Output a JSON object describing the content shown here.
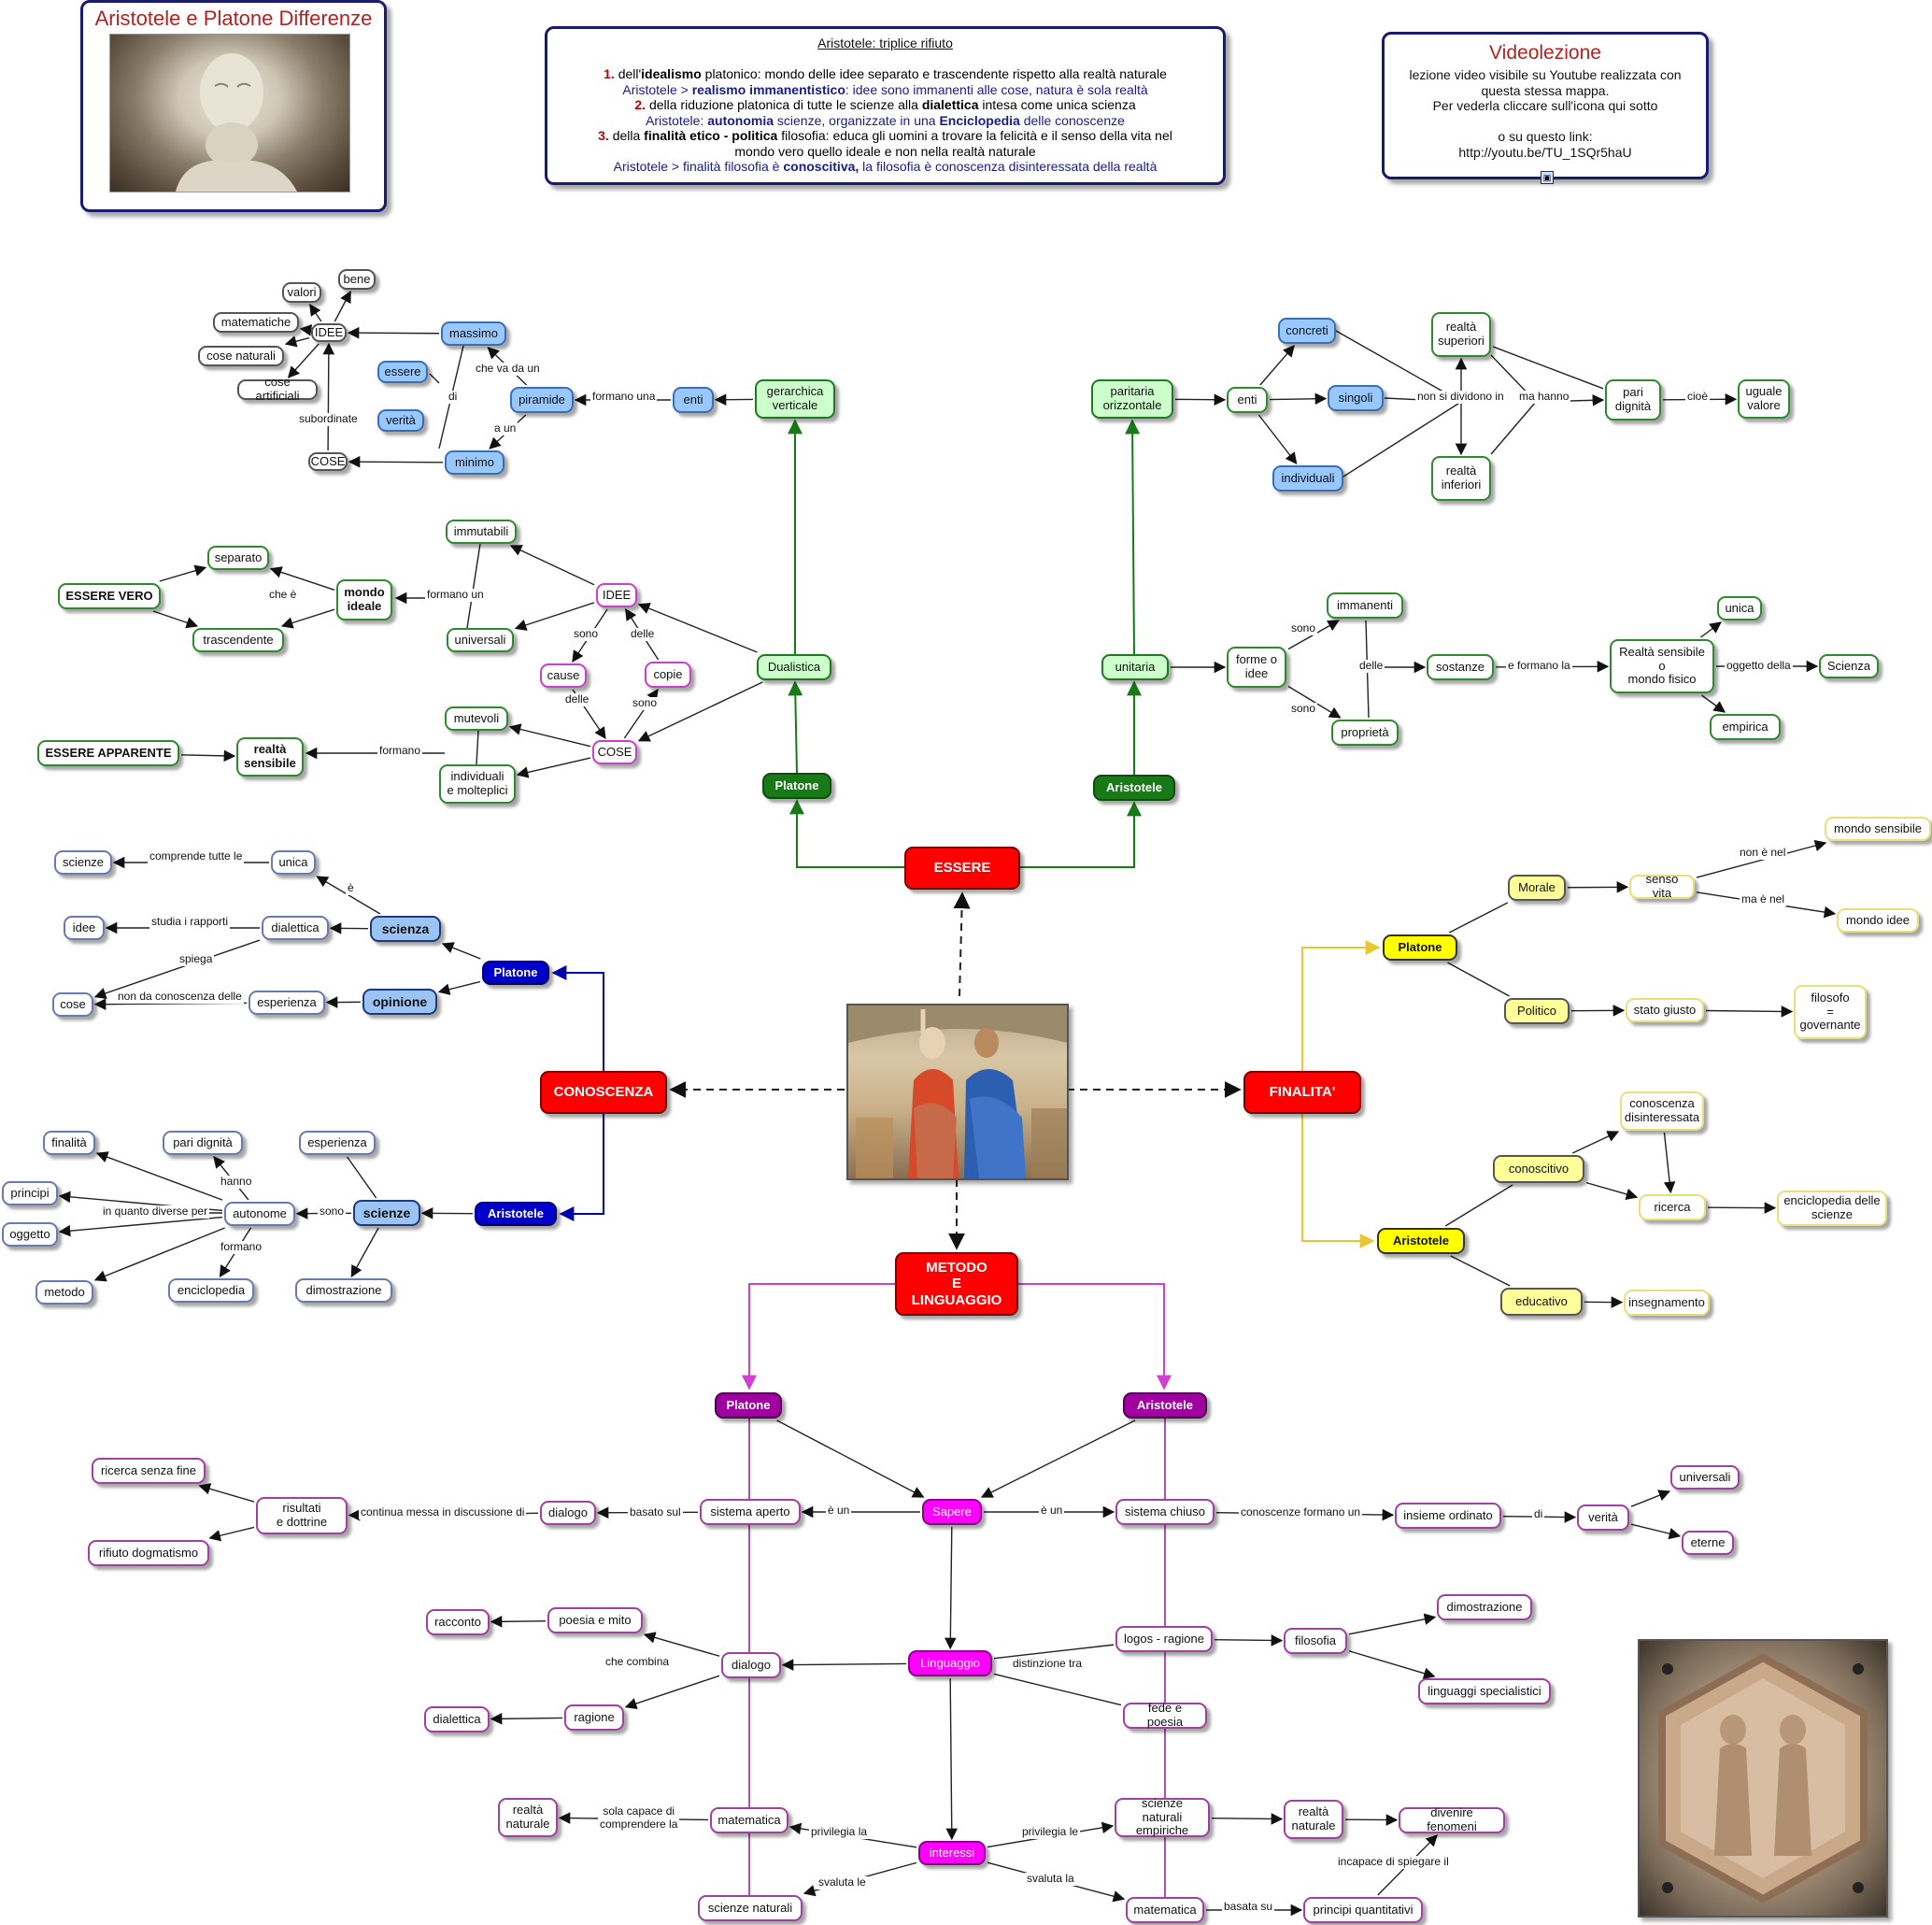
{
  "header": {
    "title": "Aristotele e Platone Differenze",
    "rejection_title": "Aristotele: triplice rifiuto",
    "rejection_lines": [
      [
        "1.",
        " dell'",
        "idealismo",
        " platonico: mondo delle idee separato e trascendente rispetto alla realtà naturale"
      ],
      [
        "",
        "Aristotele > ",
        "realismo immanentistico",
        ": idee sono immanenti alle cose, natura è sola realtà"
      ],
      [
        "2.",
        " della riduzione platonica di tutte le scienze alla ",
        "dialettica",
        " intesa come unica scienza"
      ],
      [
        "",
        "Aristotele: ",
        "autonomia",
        " scienze, organizzate in una ",
        "Enciclopedia",
        " delle conoscenze"
      ],
      [
        "3.",
        " della ",
        "finalità etico - politica",
        " filosofia: educa gli uomini a trovare la felicità e il senso della vita nel"
      ],
      [
        "",
        "mondo vero quello ideale e non nella realtà naturale"
      ],
      [
        "",
        "Aristotele > finalità filosofia è ",
        "conoscitiva,",
        " la filosofia è conoscenza disinteressata della realtà"
      ]
    ],
    "video_title": "Videolezione",
    "video_text": "lezione video visibile su Youtube realizzata con\nquesta stessa mappa.\nPer vederla cliccare sull'icona qui sotto\n\no su questo link:\nhttp://youtu.be/TU_1SQr5haU",
    "video_icon": "video-link-icon"
  },
  "colors": {
    "red": "#ff0000",
    "green": "#177a17",
    "blue": "#0000cc",
    "yellow": "#ffff00",
    "magenta": "#a000a0",
    "pink": "#ff00ff",
    "panel_border": "#1a1a6e",
    "title_red": "#b22222"
  },
  "nodes": [
    {
      "id": "essere",
      "t": "ESSERE",
      "c": "red"
    },
    {
      "id": "conoscenza",
      "t": "CONOSCENZA",
      "c": "red"
    },
    {
      "id": "finalita",
      "t": "FINALITA'",
      "c": "red"
    },
    {
      "id": "metodo",
      "t": "METODO\nE\nLINGUAGGIO",
      "c": "red"
    },
    {
      "id": "es_platone",
      "t": "Platone",
      "c": "gdark"
    },
    {
      "id": "es_aristotele",
      "t": "Aristotele",
      "c": "gdark"
    },
    {
      "id": "dualistica",
      "t": "Dualistica",
      "c": "gmid"
    },
    {
      "id": "gerarchica",
      "t": "gerarchica\nverticale",
      "c": "gmid"
    },
    {
      "id": "unitaria",
      "t": "unitaria",
      "c": "gmid"
    },
    {
      "id": "paritaria",
      "t": "paritaria\norizzontale",
      "c": "gmid"
    },
    {
      "id": "enti_p",
      "t": "enti",
      "c": "bl"
    },
    {
      "id": "piramide",
      "t": "piramide",
      "c": "bl"
    },
    {
      "id": "massimo",
      "t": "massimo",
      "c": "bl"
    },
    {
      "id": "minimo",
      "t": "minimo",
      "c": "bl"
    },
    {
      "id": "essere_b",
      "t": "essere",
      "c": "bl"
    },
    {
      "id": "verita_b",
      "t": "verità",
      "c": "bl"
    },
    {
      "id": "idee_top",
      "t": "IDEE",
      "c": "blw"
    },
    {
      "id": "cose_top",
      "t": "COSE",
      "c": "blw"
    },
    {
      "id": "bene",
      "t": "bene",
      "c": "blw"
    },
    {
      "id": "valori",
      "t": "valori",
      "c": "blw"
    },
    {
      "id": "matematiche",
      "t": "matematiche",
      "c": "blw"
    },
    {
      "id": "cose_naturali",
      "t": "cose naturali",
      "c": "blw"
    },
    {
      "id": "cose_artificiali",
      "t": "cose artificiali",
      "c": "blw"
    },
    {
      "id": "idee_mid",
      "t": "IDEE",
      "c": "pinkw"
    },
    {
      "id": "cose_mid",
      "t": "COSE",
      "c": "pinkw"
    },
    {
      "id": "cause",
      "t": "cause",
      "c": "pinkw"
    },
    {
      "id": "copie",
      "t": "copie",
      "c": "pinkw"
    },
    {
      "id": "immutabili",
      "t": "immutabili",
      "c": "gw"
    },
    {
      "id": "universali_g",
      "t": "universali",
      "c": "gw"
    },
    {
      "id": "mutevoli",
      "t": "mutevoli",
      "c": "gw"
    },
    {
      "id": "individuali_molt",
      "t": "individuali\ne molteplici",
      "c": "gw"
    },
    {
      "id": "mondo_ideale",
      "t": "mondo\nideale",
      "c": "gblack"
    },
    {
      "id": "realta_sensibile",
      "t": "realtà\nsensibile",
      "c": "gblack"
    },
    {
      "id": "separato",
      "t": "separato",
      "c": "gw"
    },
    {
      "id": "trascendente",
      "t": "trascendente",
      "c": "gw"
    },
    {
      "id": "essere_vero",
      "t": "ESSERE VERO",
      "c": "gblack"
    },
    {
      "id": "essere_apparente",
      "t": "ESSERE APPARENTE",
      "c": "gblack"
    },
    {
      "id": "enti_a",
      "t": "enti",
      "c": "gw"
    },
    {
      "id": "concreti",
      "t": "concreti",
      "c": "bl"
    },
    {
      "id": "singoli",
      "t": "singoli",
      "c": "bl"
    },
    {
      "id": "individuali_a",
      "t": "individuali",
      "c": "bl"
    },
    {
      "id": "realta_superiori",
      "t": "realtà\nsuperiori",
      "c": "gw"
    },
    {
      "id": "realta_inferiori",
      "t": "realtà\ninferiori",
      "c": "gw"
    },
    {
      "id": "pari_dignita_a",
      "t": "pari\ndignità",
      "c": "gw"
    },
    {
      "id": "uguale_valore",
      "t": "uguale\nvalore",
      "c": "gw"
    },
    {
      "id": "forme_idee",
      "t": "forme o\nidee",
      "c": "gw"
    },
    {
      "id": "immanenti",
      "t": "immanenti",
      "c": "gw"
    },
    {
      "id": "proprieta",
      "t": "proprietà",
      "c": "gw"
    },
    {
      "id": "sostanze",
      "t": "sostanze",
      "c": "gw"
    },
    {
      "id": "realta_sens_mondo",
      "t": "Realtà sensibile\no\nmondo fisico",
      "c": "gw"
    },
    {
      "id": "unica_a",
      "t": "unica",
      "c": "gw"
    },
    {
      "id": "scienza_a",
      "t": "Scienza",
      "c": "gw"
    },
    {
      "id": "empirica",
      "t": "empirica",
      "c": "gw"
    },
    {
      "id": "co_platone",
      "t": "Platone",
      "c": "bdark"
    },
    {
      "id": "co_aristotele",
      "t": "Aristotele",
      "c": "bdark"
    },
    {
      "id": "scienza_p",
      "t": "scienza",
      "c": "bsky"
    },
    {
      "id": "opinione",
      "t": "opinione",
      "c": "bsky"
    },
    {
      "id": "scienze_a",
      "t": "scienze",
      "c": "bsky"
    },
    {
      "id": "unica_p",
      "t": "unica",
      "c": "bw"
    },
    {
      "id": "scienze_p",
      "t": "scienze",
      "c": "bw"
    },
    {
      "id": "dialettica_p",
      "t": "dialettica",
      "c": "bw"
    },
    {
      "id": "idee_p",
      "t": "idee",
      "c": "bw"
    },
    {
      "id": "esperienza_p",
      "t": "esperienza",
      "c": "bw"
    },
    {
      "id": "cose_p",
      "t": "cose",
      "c": "bw"
    },
    {
      "id": "esperienza_a",
      "t": "esperienza",
      "c": "bw"
    },
    {
      "id": "dimostrazione_a",
      "t": "dimostrazione",
      "c": "bw"
    },
    {
      "id": "autonome",
      "t": "autonome",
      "c": "bw"
    },
    {
      "id": "pari_dignita_c",
      "t": "pari dignità",
      "c": "bw"
    },
    {
      "id": "enciclopedia",
      "t": "enciclopedia",
      "c": "bw"
    },
    {
      "id": "finalita_c",
      "t": "finalità",
      "c": "bw"
    },
    {
      "id": "principi",
      "t": "principi",
      "c": "bw"
    },
    {
      "id": "oggetto",
      "t": "oggetto",
      "c": "bw"
    },
    {
      "id": "metodo_c",
      "t": "metodo",
      "c": "bw"
    },
    {
      "id": "fi_platone",
      "t": "Platone",
      "c": "yel"
    },
    {
      "id": "fi_aristotele",
      "t": "Aristotele",
      "c": "yel"
    },
    {
      "id": "morale",
      "t": "Morale",
      "c": "yelp"
    },
    {
      "id": "politico",
      "t": "Politico",
      "c": "yelp"
    },
    {
      "id": "conoscitivo",
      "t": "conoscitivo",
      "c": "yelp"
    },
    {
      "id": "educativo",
      "t": "educativo",
      "c": "yelp"
    },
    {
      "id": "senso_vita",
      "t": "senso vita",
      "c": "yw"
    },
    {
      "id": "mondo_sensibile",
      "t": "mondo sensibile",
      "c": "yw"
    },
    {
      "id": "mondo_idee",
      "t": "mondo idee",
      "c": "yw"
    },
    {
      "id": "stato_giusto",
      "t": "stato giusto",
      "c": "yw"
    },
    {
      "id": "filosofo",
      "t": "filosofo\n=\ngovernante",
      "c": "yw"
    },
    {
      "id": "conoscenza_dis",
      "t": "conoscenza\ndisinteressata",
      "c": "yw"
    },
    {
      "id": "ricerca",
      "t": "ricerca",
      "c": "yw"
    },
    {
      "id": "enciclopedia_sc",
      "t": "enciclopedia delle\nscienze",
      "c": "yw"
    },
    {
      "id": "insegnamento",
      "t": "insegnamento",
      "c": "yw"
    },
    {
      "id": "me_platone",
      "t": "Platone",
      "c": "mag"
    },
    {
      "id": "me_aristotele",
      "t": "Aristotele",
      "c": "mag"
    },
    {
      "id": "sapere",
      "t": "Sapere",
      "c": "magb"
    },
    {
      "id": "linguaggio",
      "t": "Linguaggio",
      "c": "magb"
    },
    {
      "id": "interessi",
      "t": "interessi",
      "c": "magb"
    },
    {
      "id": "sistema_aperto",
      "t": "sistema aperto",
      "c": "mw"
    },
    {
      "id": "sistema_chiuso",
      "t": "sistema chiuso",
      "c": "mw"
    },
    {
      "id": "dialogo_1",
      "t": "dialogo",
      "c": "mw"
    },
    {
      "id": "risultati",
      "t": "risultati\ne dottrine",
      "c": "mw"
    },
    {
      "id": "ricerca_senza",
      "t": "ricerca senza fine",
      "c": "mw"
    },
    {
      "id": "rifiuto",
      "t": "rifiuto dogmatismo",
      "c": "mw"
    },
    {
      "id": "insieme_ordinato",
      "t": "insieme ordinato",
      "c": "mw"
    },
    {
      "id": "verita_m",
      "t": "verità",
      "c": "mw"
    },
    {
      "id": "universali_m",
      "t": "universali",
      "c": "mw"
    },
    {
      "id": "eterne",
      "t": "eterne",
      "c": "mw"
    },
    {
      "id": "dialogo_2",
      "t": "dialogo",
      "c": "mw"
    },
    {
      "id": "poesia_mito",
      "t": "poesia e mito",
      "c": "mw"
    },
    {
      "id": "ragione",
      "t": "ragione",
      "c": "mw"
    },
    {
      "id": "racconto",
      "t": "racconto",
      "c": "mw"
    },
    {
      "id": "dialettica_m",
      "t": "dialettica",
      "c": "mw"
    },
    {
      "id": "logos",
      "t": "logos - ragione",
      "c": "mw"
    },
    {
      "id": "fede_poesia",
      "t": "fede e poesia",
      "c": "mw"
    },
    {
      "id": "filosofia",
      "t": "filosofia",
      "c": "mw"
    },
    {
      "id": "dimostrazione_m",
      "t": "dimostrazione",
      "c": "mw"
    },
    {
      "id": "linguaggi_spec",
      "t": "linguaggi specialistici",
      "c": "mw"
    },
    {
      "id": "matematica_p",
      "t": "matematica",
      "c": "mw"
    },
    {
      "id": "realta_naturale_p",
      "t": "realtà\nnaturale",
      "c": "mw"
    },
    {
      "id": "scienze_naturali_p",
      "t": "scienze naturali",
      "c": "mw"
    },
    {
      "id": "scienze_nat_emp",
      "t": "scienze naturali\nempiriche",
      "c": "mw"
    },
    {
      "id": "realta_naturale_a",
      "t": "realtà\nnaturale",
      "c": "mw"
    },
    {
      "id": "divenire",
      "t": "divenire fenomeni",
      "c": "mw"
    },
    {
      "id": "matematica_a",
      "t": "matematica",
      "c": "mw"
    },
    {
      "id": "principi_quant",
      "t": "principi quantitativi",
      "c": "mw"
    }
  ],
  "labels": [
    "formano una",
    "che va da un",
    "di",
    "a un",
    "subordinate",
    "formano un",
    "che è",
    "sono",
    "delle",
    "delle",
    "sono",
    "formano",
    "non si dividono in",
    "ma hanno",
    "cioè",
    "sono",
    "delle",
    "sono",
    "e formano la",
    "oggetto della",
    "comprende tutte le",
    "è",
    "studia i rapporti",
    "spiega",
    "non da conoscenza delle",
    "hanno",
    "sono",
    "formano",
    "in quanto diverse per",
    "non è nel",
    "ma è nel",
    "è un",
    "è un",
    "basato sul",
    "continua messa in discussione di",
    "conoscenze formano un",
    "di",
    "che combina",
    "distinzione tra",
    "sola capace di\ncomprendere la",
    "privilegia la",
    "svaluta le",
    "privilegia le",
    "svaluta la",
    "basata su",
    "incapace di spiegare il"
  ]
}
